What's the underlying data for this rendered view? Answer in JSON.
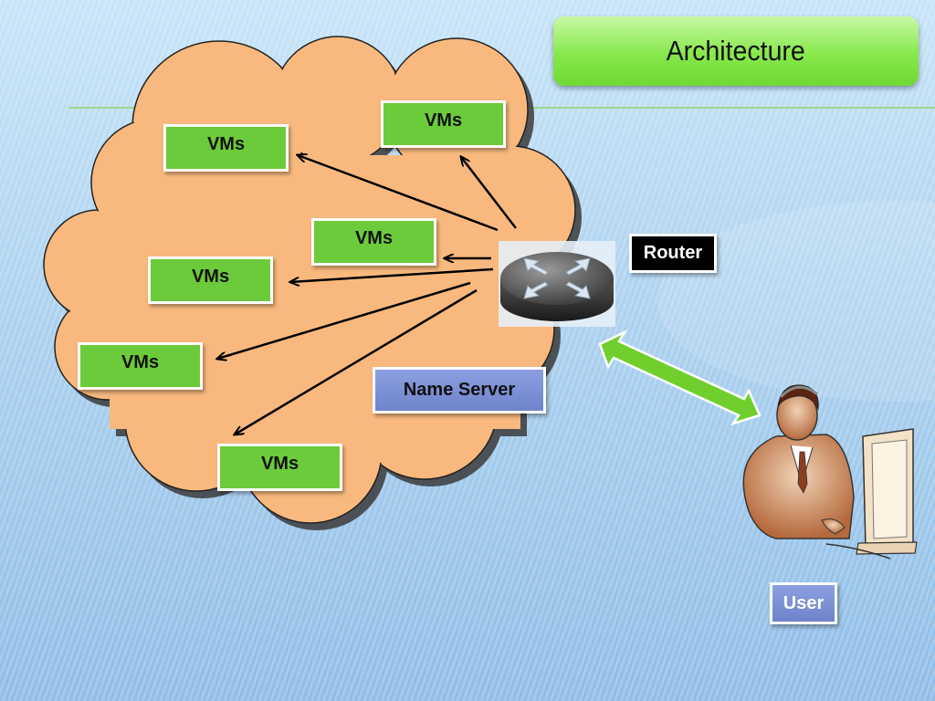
{
  "slide": {
    "title": "Architecture",
    "vm_label": "VMs",
    "vms": [
      {
        "label": "VMs"
      },
      {
        "label": "VMs"
      },
      {
        "label": "VMs"
      },
      {
        "label": "VMs"
      },
      {
        "label": "VMs"
      },
      {
        "label": "VMs"
      }
    ],
    "router_label": "Router",
    "name_server_label": "Name Server",
    "user_label": "User"
  },
  "icons": [
    "cloud-shape",
    "router-icon",
    "user-at-computer-icon",
    "double-arrow-icon"
  ],
  "colors": {
    "cloud": "#f9b97e",
    "vm_box": "#6ccb3a",
    "title_box": "#86e84b",
    "label_blue": "#7a8dd4",
    "double_arrow": "#70cf2c",
    "background": "#a9cfee"
  }
}
